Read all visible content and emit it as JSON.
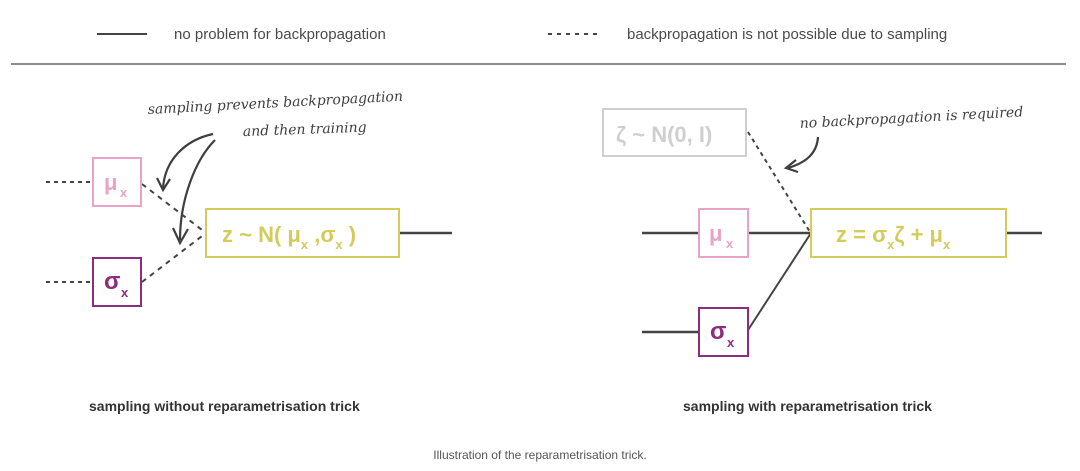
{
  "legend": {
    "solid": {
      "label": "no problem for backpropagation",
      "style": "solid"
    },
    "dashed": {
      "label": "backpropagation is not possible due to sampling",
      "style": "dashed"
    }
  },
  "colors": {
    "line": "#444444",
    "divider": "#8c8c8c",
    "mu": "#e8a3c6",
    "sigma": "#8e2d7e",
    "z": "#d4cc5a",
    "zeta": "#cfcfcf",
    "annotation": "#3f3f3f"
  },
  "left_diagram": {
    "title": "sampling without reparametrisation trick",
    "annotation_line1": "sampling prevents backpropagation",
    "annotation_line2": "and then training",
    "mu_box": {
      "symbol": "μ",
      "subscript": "x"
    },
    "sigma_box": {
      "symbol": "σ",
      "subscript": "x"
    },
    "z_box": {
      "parts": [
        "z ~ N( μ",
        "x",
        " ,σ",
        "x",
        " )"
      ]
    }
  },
  "right_diagram": {
    "title": "sampling with  reparametrisation trick",
    "annotation": "no backpropagation is required",
    "zeta_box": {
      "label": "ζ ~ N(0, I)"
    },
    "mu_box": {
      "symbol": "μ",
      "subscript": "x"
    },
    "sigma_box": {
      "symbol": "σ",
      "subscript": "x"
    },
    "z_box": {
      "parts": [
        "z = σ",
        "x",
        "ζ + μ",
        "x"
      ]
    }
  },
  "caption": "Illustration of the reparametrisation trick."
}
